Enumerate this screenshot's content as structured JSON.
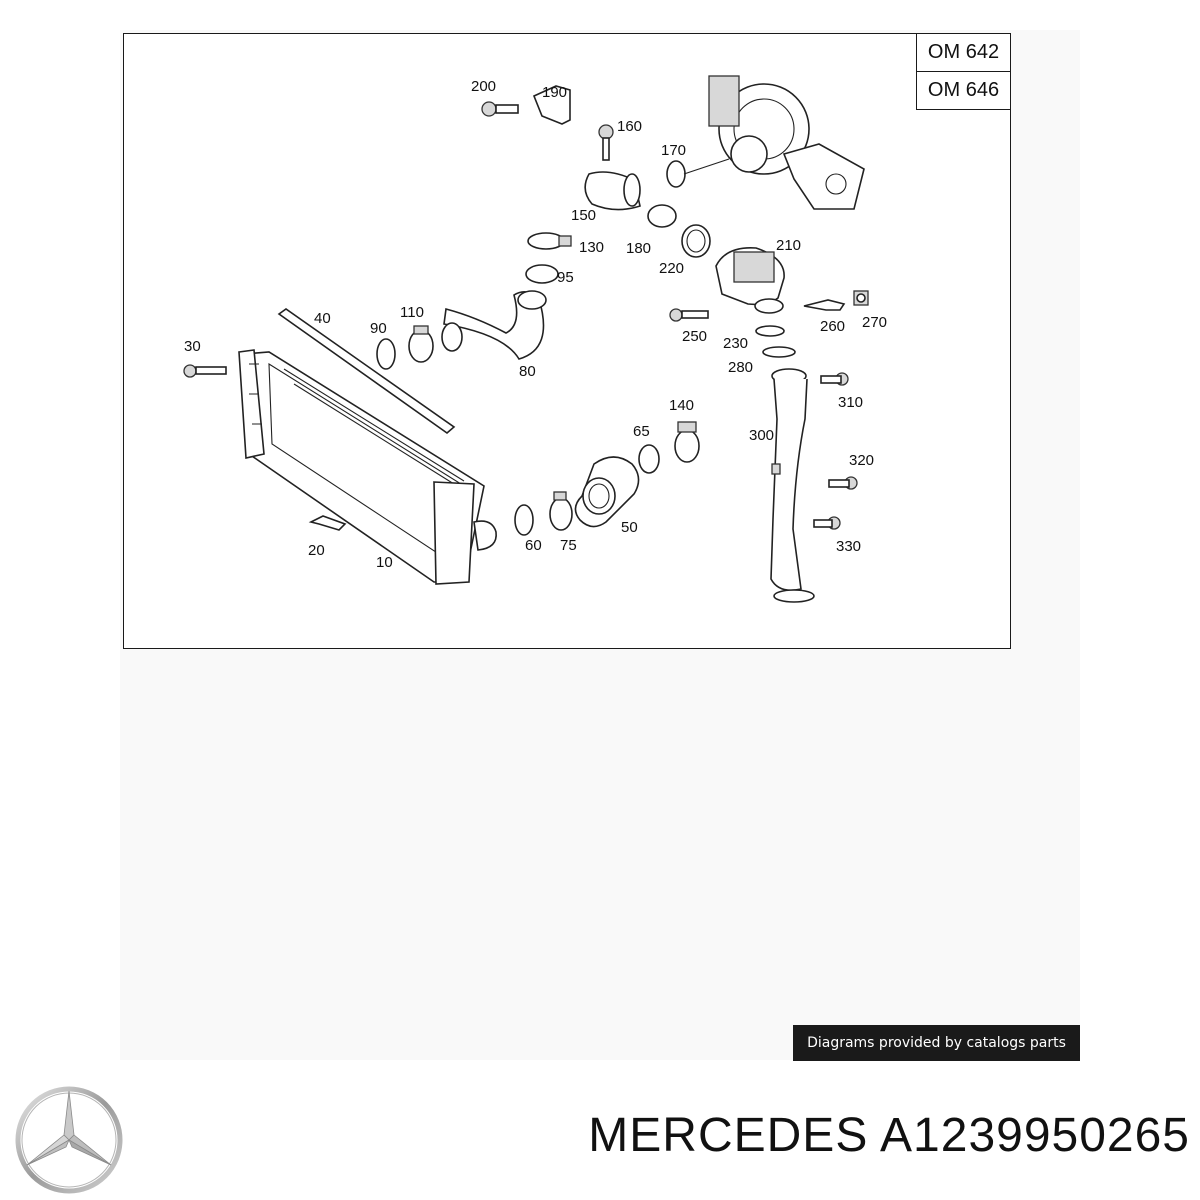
{
  "engines": [
    "OM 642",
    "OM 646"
  ],
  "parts": {
    "p10": "10",
    "p20": "20",
    "p30": "30",
    "p40": "40",
    "p50": "50",
    "p60": "60",
    "p65": "65",
    "p75": "75",
    "p80": "80",
    "p90": "90",
    "p95": "95",
    "p110": "110",
    "p130": "130",
    "p140": "140",
    "p150": "150",
    "p160": "160",
    "p170": "170",
    "p180": "180",
    "p190": "190",
    "p200": "200",
    "p210": "210",
    "p220": "220",
    "p230": "230",
    "p250": "250",
    "p260": "260",
    "p270": "270",
    "p280": "280",
    "p300": "300",
    "p310": "310",
    "p320": "320",
    "p330": "330"
  },
  "credit": "Diagrams provided by catalogs parts",
  "brand": "MERCEDES",
  "part_number": "A1239950265",
  "icons": {
    "logo": "mercedes-star-logo"
  }
}
